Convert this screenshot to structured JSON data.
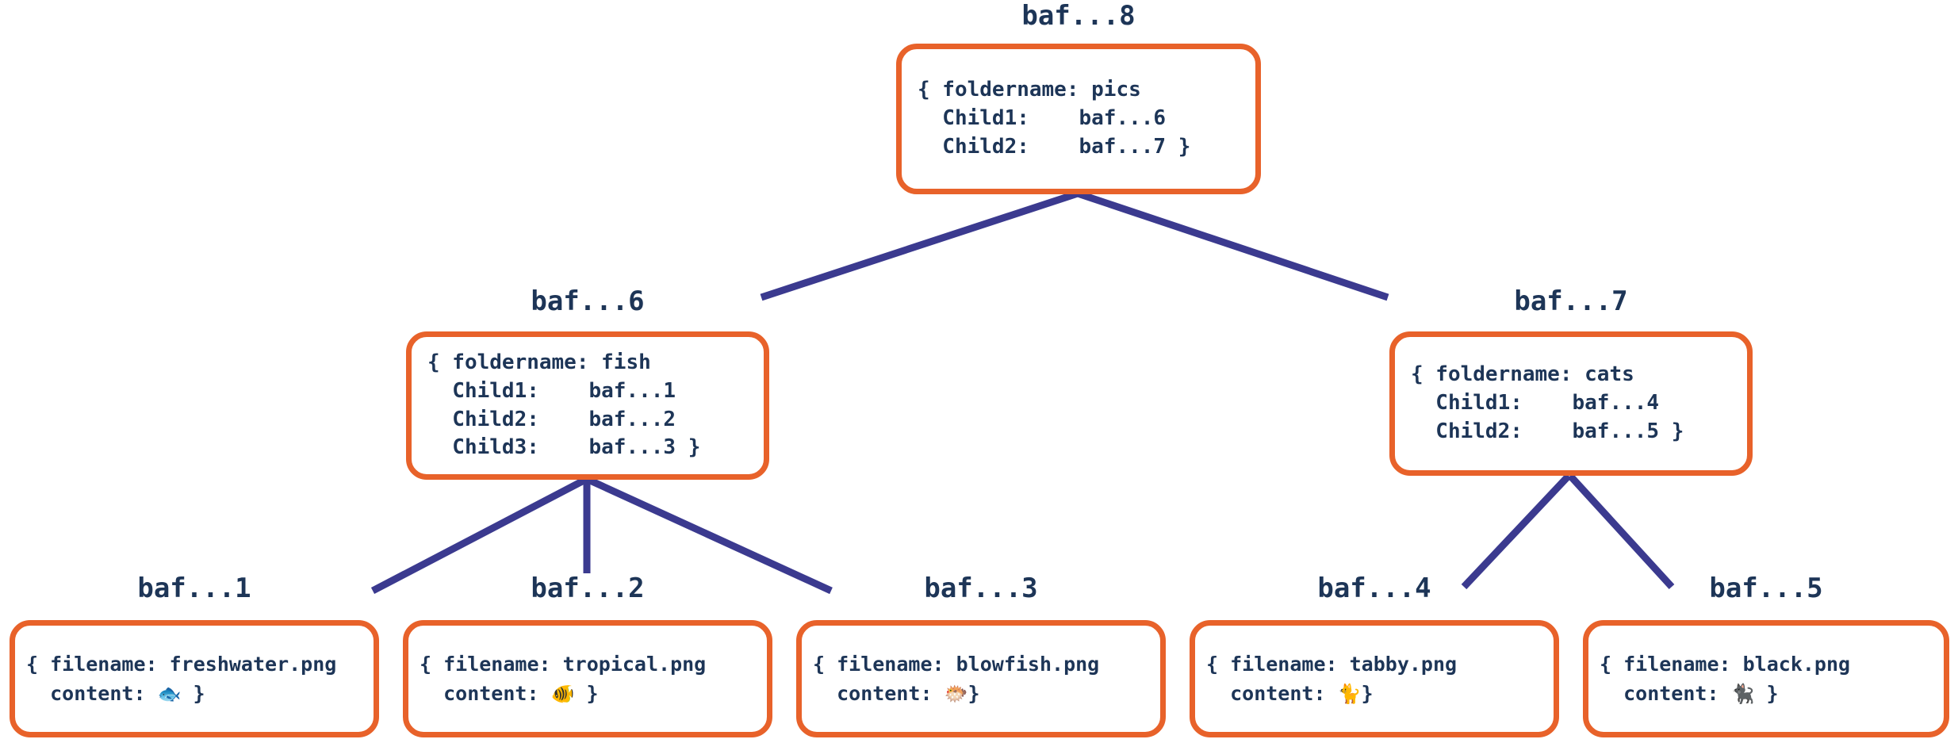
{
  "diagram": {
    "title": "merkle-dag-file-tree",
    "colors": {
      "node_border": "#e8622a",
      "node_fill": "#ffffff",
      "text": "#1d3557",
      "edge": "#3b3a8f",
      "background": "#ffffff"
    },
    "nodes": [
      {
        "id": "root",
        "label": "baf...8",
        "kind": "folder",
        "lines": [
          "{ foldername: pics",
          "  Child1:    baf...6",
          "  Child2:    baf...7 }"
        ],
        "fields": {
          "foldername": "pics",
          "Child1": "baf...6",
          "Child2": "baf...7"
        }
      },
      {
        "id": "fish",
        "label": "baf...6",
        "kind": "folder",
        "lines": [
          "{ foldername: fish",
          "  Child1:    baf...1",
          "  Child2:    baf...2",
          "  Child3:    baf...3 }"
        ],
        "fields": {
          "foldername": "fish",
          "Child1": "baf...1",
          "Child2": "baf...2",
          "Child3": "baf...3"
        }
      },
      {
        "id": "cats",
        "label": "baf...7",
        "kind": "folder",
        "lines": [
          "{ foldername: cats",
          "  Child1:    baf...4",
          "  Child2:    baf...5 }"
        ],
        "fields": {
          "foldername": "cats",
          "Child1": "baf...4",
          "Child2": "baf...5"
        }
      },
      {
        "id": "leaf1",
        "label": "baf...1",
        "kind": "file",
        "line1": "{ filename: freshwater.png",
        "line2_prefix": "  content: ",
        "emoji": "🐟",
        "emoji_name": "fish-emoji",
        "line2_suffix": " }",
        "fields": {
          "filename": "freshwater.png",
          "content": "🐟"
        }
      },
      {
        "id": "leaf2",
        "label": "baf...2",
        "kind": "file",
        "line1": "{ filename: tropical.png",
        "line2_prefix": "  content: ",
        "emoji": "🐠",
        "emoji_name": "tropical-fish-emoji",
        "line2_suffix": " }",
        "fields": {
          "filename": "tropical.png",
          "content": "🐠"
        }
      },
      {
        "id": "leaf3",
        "label": "baf...3",
        "kind": "file",
        "line1": "{ filename: blowfish.png",
        "line2_prefix": "  content: ",
        "emoji": "🐡",
        "emoji_name": "blowfish-emoji",
        "line2_suffix": "}",
        "fields": {
          "filename": "blowfish.png",
          "content": "🐡"
        }
      },
      {
        "id": "leaf4",
        "label": "baf...4",
        "kind": "file",
        "line1": "{ filename: tabby.png",
        "line2_prefix": "  content: ",
        "emoji": "🐈",
        "emoji_name": "cat-emoji",
        "line2_suffix": "}",
        "fields": {
          "filename": "tabby.png",
          "content": "🐈"
        }
      },
      {
        "id": "leaf5",
        "label": "baf...5",
        "kind": "file",
        "line1": "{ filename: black.png",
        "line2_prefix": "  content: ",
        "emoji": "🐈‍⬛",
        "emoji_name": "black-cat-emoji",
        "line2_suffix": " }",
        "fields": {
          "filename": "black.png",
          "content": "🐈‍⬛"
        }
      }
    ],
    "edges": [
      {
        "from": "root",
        "to": "fish"
      },
      {
        "from": "root",
        "to": "cats"
      },
      {
        "from": "fish",
        "to": "leaf1"
      },
      {
        "from": "fish",
        "to": "leaf2"
      },
      {
        "from": "fish",
        "to": "leaf3"
      },
      {
        "from": "cats",
        "to": "leaf4"
      },
      {
        "from": "cats",
        "to": "leaf5"
      }
    ]
  }
}
